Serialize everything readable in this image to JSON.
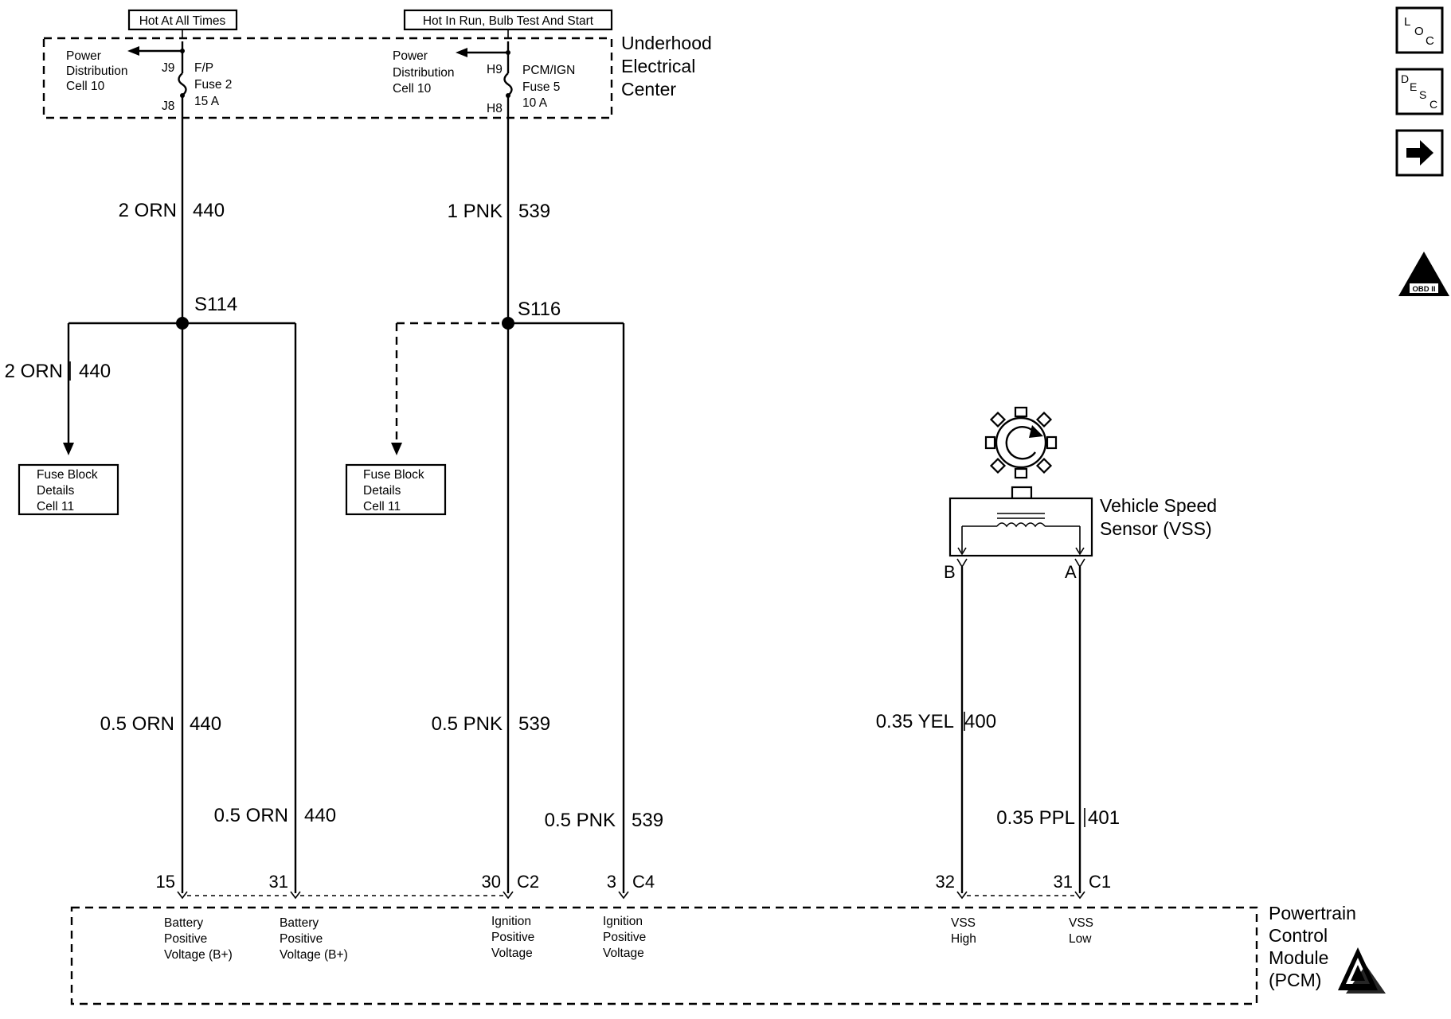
{
  "header": {
    "hot_all_times": "Hot At All Times",
    "hot_in_run": "Hot In Run, Bulb Test And Start"
  },
  "underhood": {
    "title": [
      "Underhood",
      "Electrical",
      "Center"
    ],
    "left": {
      "pdc": [
        "Power",
        "Distribution",
        "Cell 10"
      ],
      "pin_top": "J9",
      "pin_bottom": "J8",
      "fuse": [
        "F/P",
        "Fuse 2",
        "15 A"
      ]
    },
    "right": {
      "pdc": [
        "Power",
        "Distribution",
        "Cell 10"
      ],
      "pin_top": "H9",
      "pin_bottom": "H8",
      "fuse": [
        "PCM/IGN",
        "Fuse 5",
        "10 A"
      ]
    }
  },
  "wires": {
    "w440_top": {
      "size": "2 ORN",
      "circuit": "440"
    },
    "w539_top": {
      "size": "1 PNK",
      "circuit": "539"
    },
    "w440_side": {
      "size": "2 ORN",
      "circuit": "440"
    },
    "w440_a": {
      "size": "0.5 ORN",
      "circuit": "440"
    },
    "w440_b": {
      "size": "0.5 ORN",
      "circuit": "440"
    },
    "w539_a": {
      "size": "0.5 PNK",
      "circuit": "539"
    },
    "w539_b": {
      "size": "0.5 PNK",
      "circuit": "539"
    },
    "w400": {
      "size": "0.35 YEL",
      "circuit": "400"
    },
    "w401": {
      "size": "0.35 PPL",
      "circuit": "401"
    }
  },
  "splices": {
    "s114": "S114",
    "s116": "S116"
  },
  "fuse_block_left": [
    "Fuse Block",
    "Details",
    "Cell 11"
  ],
  "fuse_block_right": [
    "Fuse Block",
    "Details",
    "Cell 11"
  ],
  "vss": {
    "label": [
      "Vehicle Speed",
      "Sensor (VSS)"
    ],
    "pin_b": "B",
    "pin_a": "A"
  },
  "pcm": {
    "title": [
      "Powertrain",
      "Control",
      "Module",
      "(PCM)"
    ],
    "pins": {
      "p15": "15",
      "p31a": "31",
      "p30": "30",
      "c2": "C2",
      "p3": "3",
      "c4": "C4",
      "p32": "32",
      "p31b": "31",
      "c1": "C1"
    },
    "descs": {
      "bat1": [
        "Battery",
        "Positive",
        "Voltage (B+)"
      ],
      "bat2": [
        "Battery",
        "Positive",
        "Voltage (B+)"
      ],
      "ign1": [
        "Ignition",
        "Positive",
        "Voltage"
      ],
      "ign2": [
        "Ignition",
        "Positive",
        "Voltage"
      ],
      "vss_high": [
        "VSS",
        "High"
      ],
      "vss_low": [
        "VSS",
        "Low"
      ]
    }
  },
  "nav": {
    "loc": [
      "L",
      "O",
      "C"
    ],
    "desc": [
      "D",
      "E",
      "S",
      "C"
    ],
    "next_icon": "arrow-right-icon",
    "obd": [
      "II",
      "OBD II"
    ],
    "esd_icon": "esd-warning-icon"
  }
}
